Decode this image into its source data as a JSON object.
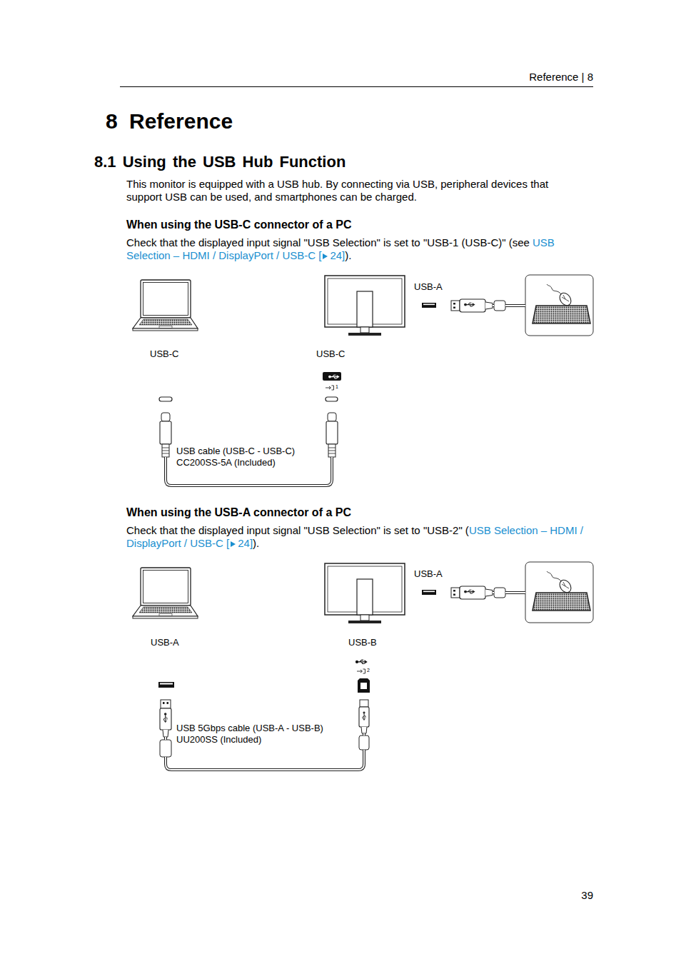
{
  "diagram": {
    "title": "8 Reference",
    "labels": [
      "Reference | 8",
      "8.1 Using the USB Hub Function",
      "This monitor is equipped with a USB hub. By connecting via USB, peripheral devices that support USB can be used, and smartphones can be charged.",
      "When using the USB-C connector of a PC",
      "Check that the displayed input signal \"USB Selection\" is set to \"USB-1 (USB-C)\" (see",
      "USB Selection – HDMI / DisplayPort / USB-C [",
      "24]",
      ").",
      "USB-A",
      "USB-C",
      "USB-C",
      "1",
      "USB cable (USB-C - USB-C) CC200SS-5A (Included)",
      "When using the USB-A connector of a PC",
      "Check that the displayed input signal \"USB Selection\" is set to \"USB-2\" (",
      "USB Selection – HDMI / DisplayPort / USB-C [",
      "24]",
      ").",
      "USB-A",
      "USB-A",
      "USB-B",
      "2",
      "USB 5Gbps cable (USB-A - USB-B) UU200SS (Included)",
      "39"
    ]
  }
}
